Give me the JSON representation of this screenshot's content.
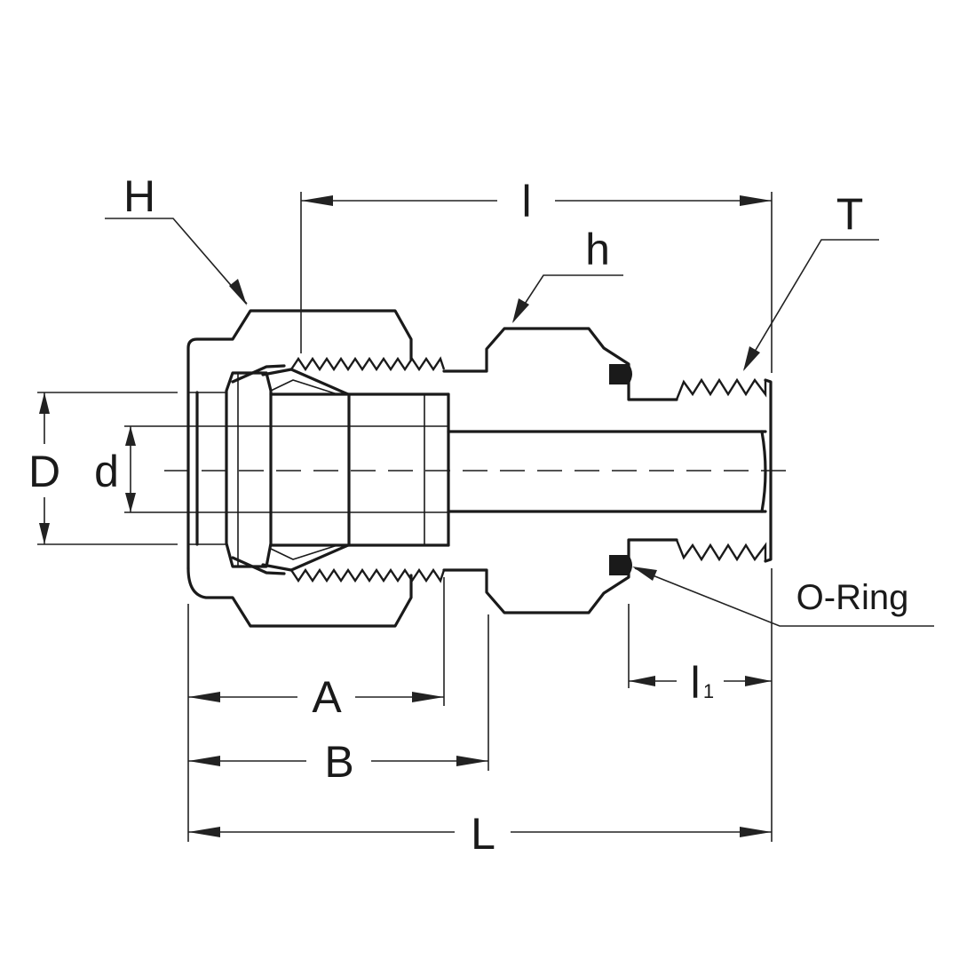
{
  "diagram": {
    "labels": {
      "H": "H",
      "h": "h",
      "l": "l",
      "T": "T",
      "D": "D",
      "d": "d",
      "A": "A",
      "B": "B",
      "L": "L",
      "l1_main": "l",
      "l1_sub": "1",
      "oring": "O-Ring"
    },
    "colors": {
      "line": "#1a1a1a",
      "background": "#ffffff"
    }
  }
}
